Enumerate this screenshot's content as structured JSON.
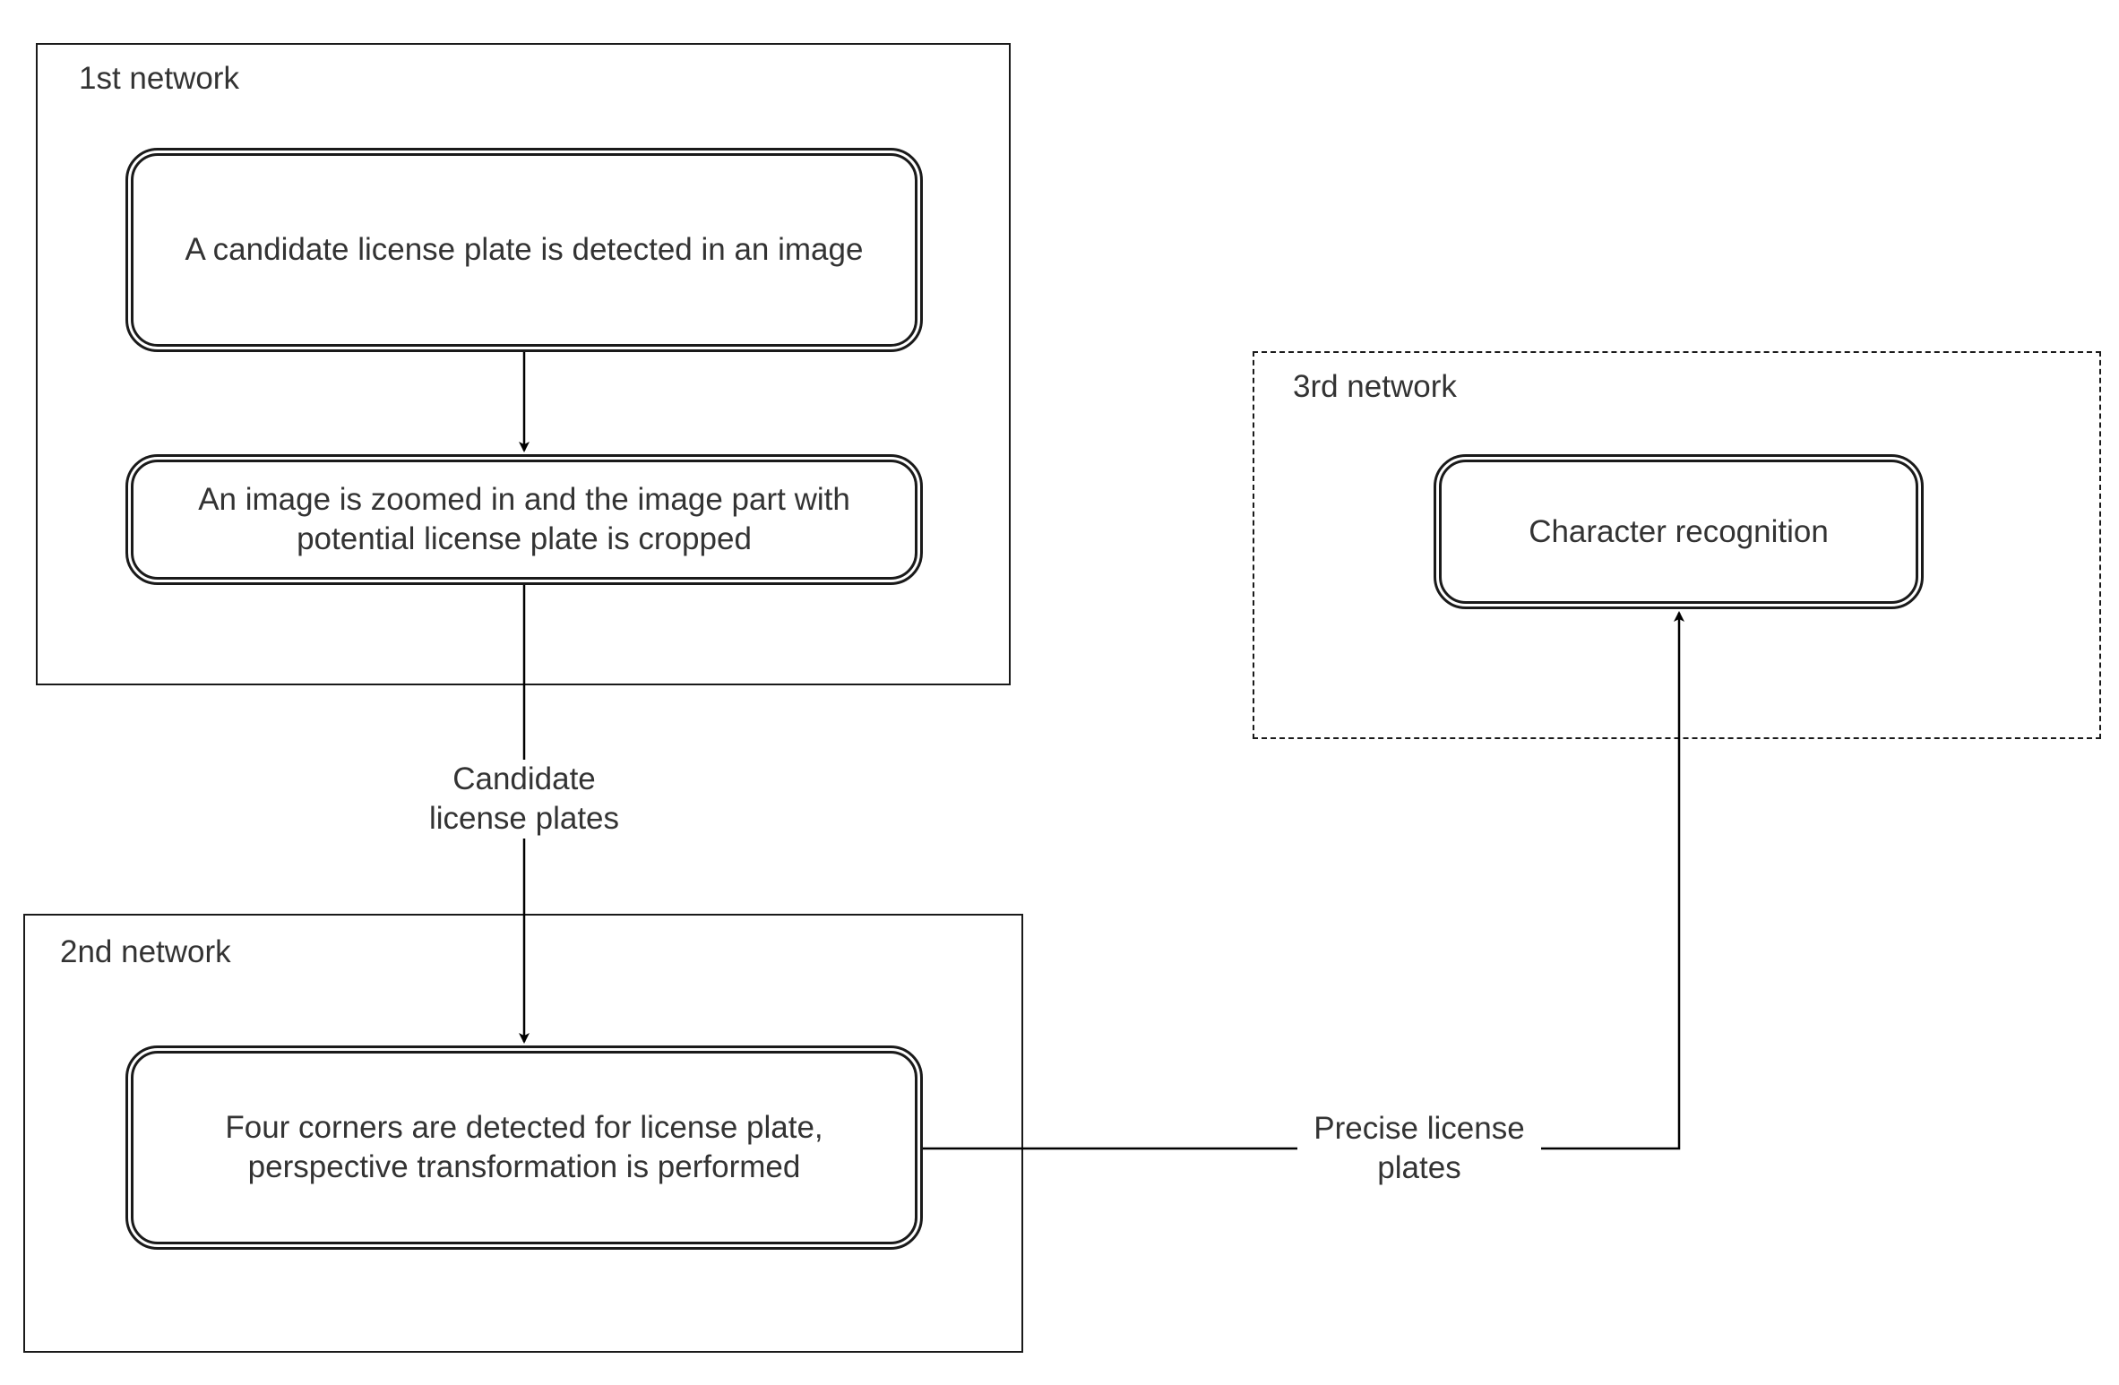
{
  "groups": {
    "network1": {
      "title": "1st network"
    },
    "network2": {
      "title": "2nd network"
    },
    "network3": {
      "title": "3rd network"
    }
  },
  "nodes": {
    "detect": {
      "label": "A candidate license plate is detected in an image"
    },
    "crop": {
      "label": "An image is zoomed in and the image part with potential license plate is cropped"
    },
    "corners": {
      "label": "Four corners are detected for license plate, perspective transformation is performed"
    },
    "recognition": {
      "label": "Character recognition"
    }
  },
  "edges": {
    "candidate_label": "Candidate license plates",
    "precise_label": "Precise license plates"
  }
}
